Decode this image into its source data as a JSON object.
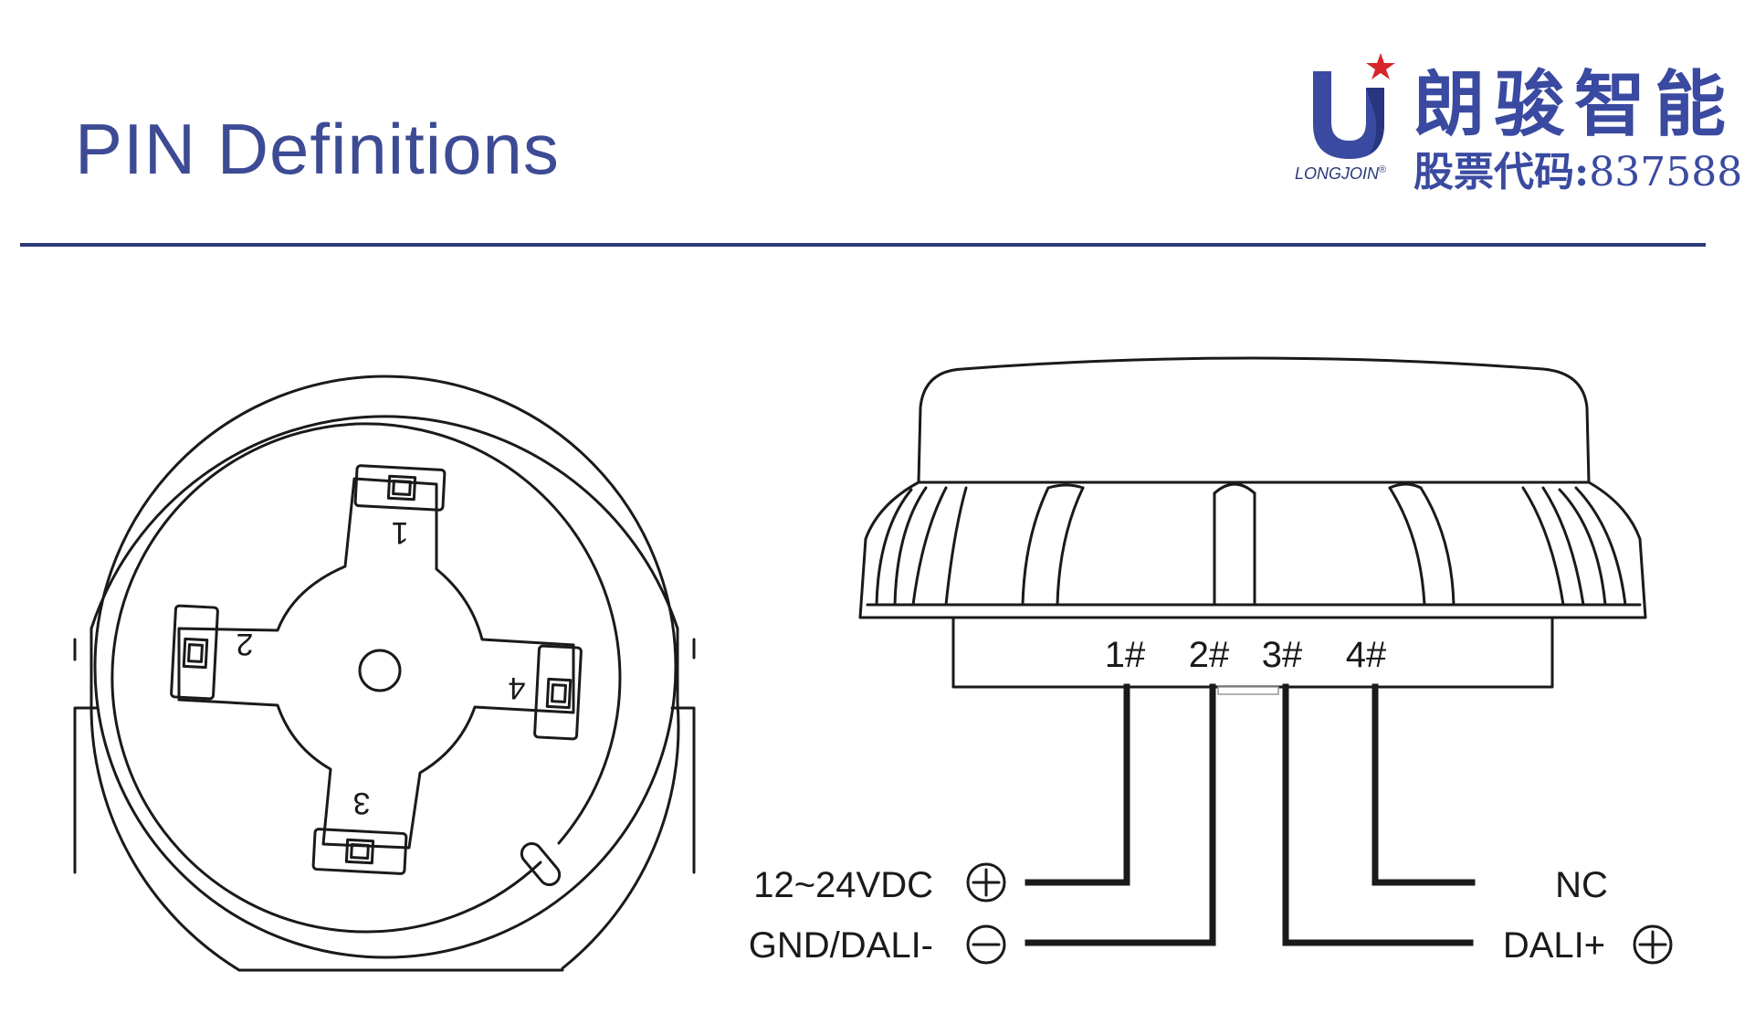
{
  "header": {
    "title": "PIN Definitions"
  },
  "logo": {
    "name_cn": "朗骏智能",
    "name_en": "LONGJOIN",
    "registered_mark": "®",
    "stock_label": "股票代码:",
    "stock_code": "837588"
  },
  "bottom_view": {
    "pins": [
      {
        "number": "1"
      },
      {
        "number": "2"
      },
      {
        "number": "3"
      },
      {
        "number": "4"
      }
    ]
  },
  "side_view": {
    "pin_labels": [
      "1#",
      "2#",
      "3#",
      "4#"
    ]
  },
  "connections": {
    "left": [
      {
        "pin": "1#",
        "label": "12~24VDC",
        "polarity_symbol": "⊕"
      },
      {
        "pin": "2#",
        "label": "GND/DALI-",
        "polarity_symbol": "⊖"
      }
    ],
    "right": [
      {
        "pin": "4#",
        "label": "NC",
        "polarity_symbol": ""
      },
      {
        "pin": "3#",
        "label": "DALI+",
        "polarity_symbol": "⊕"
      }
    ]
  },
  "colors": {
    "title": "#3d4a94",
    "rule": "#2b3a7a",
    "logo_blue": "#3a4aa0",
    "logo_star": "#d8262b",
    "line": "#1a1a1a"
  }
}
